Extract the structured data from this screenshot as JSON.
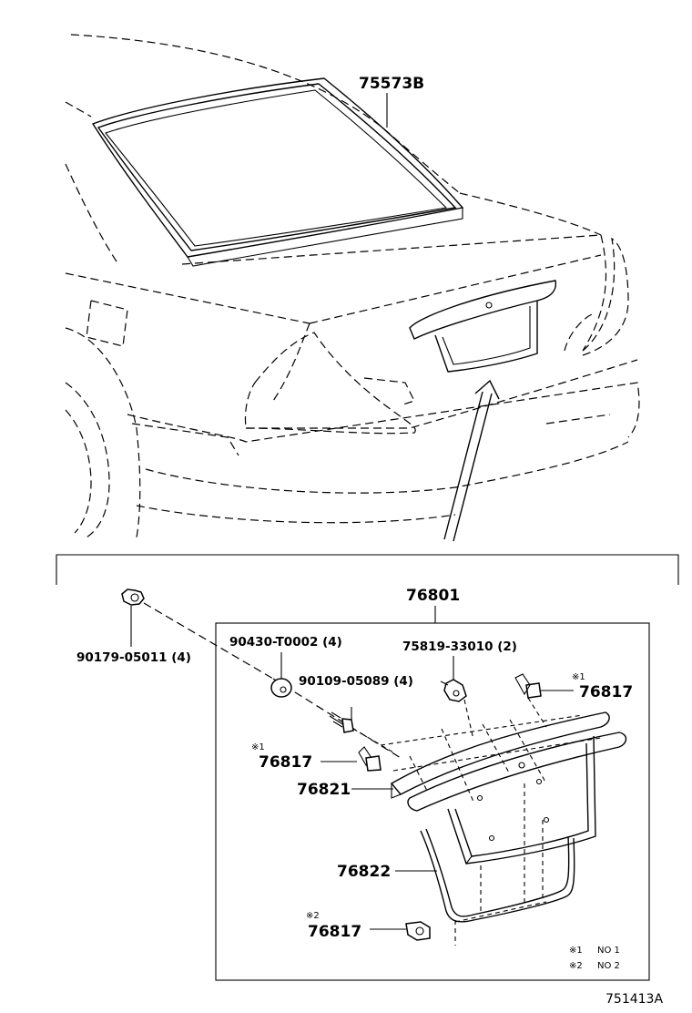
{
  "diagram": {
    "parts": {
      "p75573B": "75573B",
      "p76801": "76801",
      "p90179": "90179-05011 (4)",
      "p90430": "90430-T0002 (4)",
      "p75819": "75819-33010 (2)",
      "p90109": "90109-05089 (4)",
      "p76817a": "76817",
      "p76817b": "76817",
      "p76817c": "76817",
      "p76821": "76821",
      "p76822": "76822"
    },
    "marks": {
      "m1a": "※1",
      "m1b": "※1",
      "m2": "※2"
    },
    "legend": {
      "row1_mark": "※1",
      "row1_text": "NO 1",
      "row2_mark": "※2",
      "row2_text": "NO 2"
    },
    "reference_code": "751413A"
  }
}
